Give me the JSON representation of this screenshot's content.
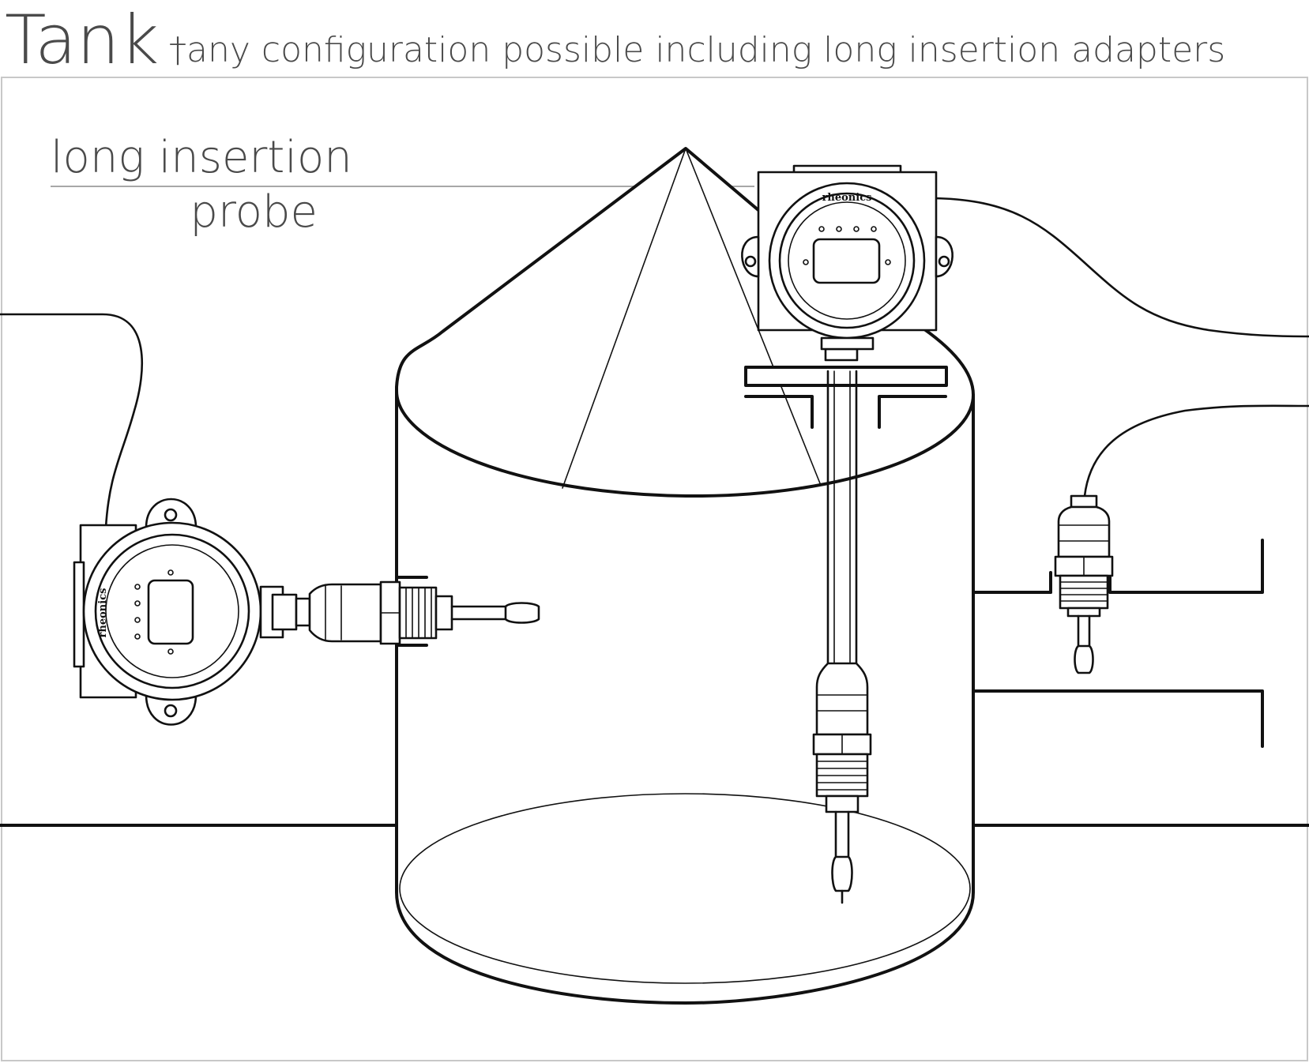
{
  "header": {
    "title": "Tank",
    "subtitle": "†any configuration possible including long insertion adapters"
  },
  "callout": {
    "line1": "long insertion",
    "line2": "probe"
  },
  "brand": {
    "logo_text": "rheonics"
  },
  "colors": {
    "stroke": "#111111",
    "text": "#4a4a4a",
    "frame": "#c8c8c8",
    "background": "#ffffff"
  }
}
